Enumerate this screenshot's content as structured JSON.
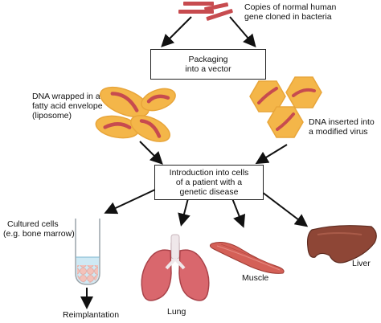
{
  "labels": {
    "copies_line1": "Copies of normal human",
    "copies_line2": "gene cloned in bacteria",
    "packaging": "Packaging\ninto a vector",
    "liposome_line1": "DNA wrapped in a",
    "liposome_line2": "fatty acid envelope",
    "liposome_line3": "(liposome)",
    "virus_line1": "DNA inserted into",
    "virus_line2": "a modified virus",
    "introduction": "Introduction into cells\nof a patient with a\ngenetic disease",
    "cultured_line1": "Cultured cells",
    "cultured_line2": "(e.g. bone marrow)",
    "reimplantation": "Reimplantation",
    "lung": "Lung",
    "muscle": "Muscle",
    "liver": "Liver"
  },
  "colors": {
    "dna": "#c74b4f",
    "envelope": "#e8a53a",
    "envelope_fill": "#f4b649",
    "organ": "#d9676d",
    "liver": "#8e4636",
    "muscle": "#d46057"
  }
}
